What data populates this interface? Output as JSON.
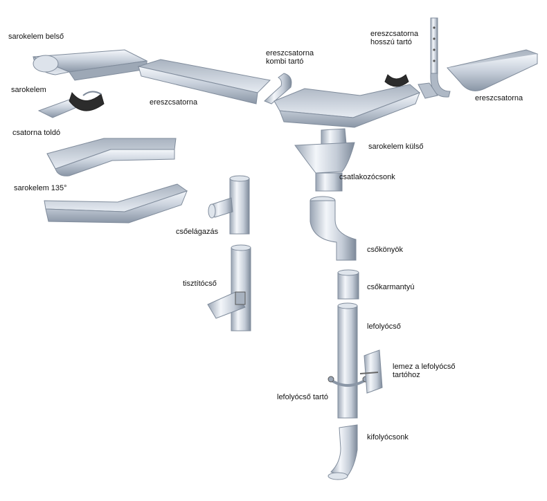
{
  "diagram": {
    "colors": {
      "metal_light": "#eef2f8",
      "metal_mid": "#c3ccd8",
      "metal_dark": "#7f8b9b",
      "rubber": "#2c2c2c",
      "text": "#111111"
    },
    "labels": {
      "sarokelem_belso": "sarokelem belső",
      "sarokelem": "sarokelem",
      "csatorna_toldo": "csatorna toldó",
      "sarokelem_135": "sarokelem 135°",
      "ereszcsatorna_left": "ereszcsatorna",
      "kombi_tarto_line1": "ereszcsatorna",
      "kombi_tarto_line2": "kombi tartó",
      "hosszu_tarto_line1": "ereszcsatorna",
      "hosszu_tarto_line2": "hosszú tartó",
      "ereszcsatorna_right": "ereszcsatorna",
      "sarokelem_kulso": "sarokelem külső",
      "csatlakozocsonk": "csatlakozócsonk",
      "csoelagazas": "csőelágazás",
      "csokonyok": "csőkönyök",
      "tisztitocso": "tisztítócső",
      "csokarmantyu": "csőkarmantyú",
      "lefolyocso": "lefolyócső",
      "lemez_line1": "lemez a lefolyócső",
      "lemez_line2": "tartóhoz",
      "lefolyocso_tarto": "lefolyócső tartó",
      "kifolyocsonk": "kifolyócsonk"
    }
  }
}
